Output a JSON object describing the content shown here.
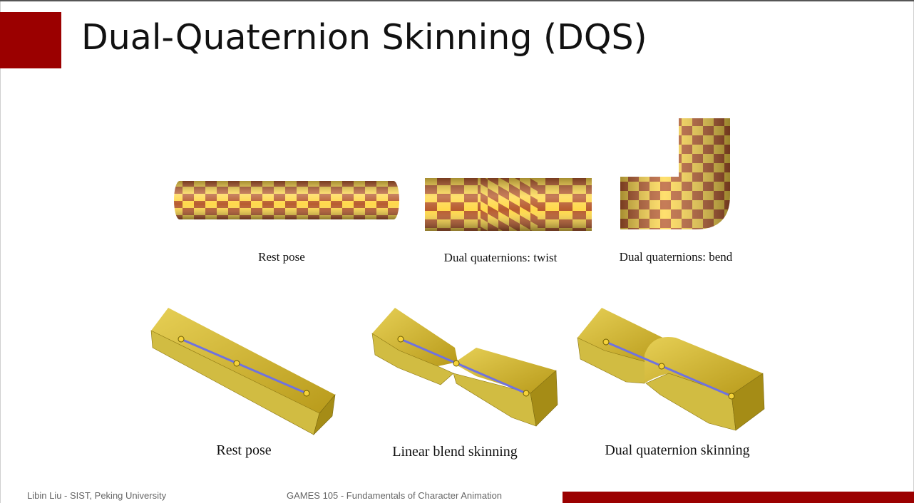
{
  "slide": {
    "title": "Dual-Quaternion Skinning (DQS)",
    "accent_color": "#9b0000",
    "checker_dark": "#b85c2e",
    "checker_light": "#ffd84a",
    "gold_color": "#c9b021",
    "bone_color": "#6f72e0"
  },
  "top_row": {
    "captions": [
      "Rest pose",
      "Dual quaternions: twist",
      "Dual quaternions: bend"
    ]
  },
  "bottom_row": {
    "captions": [
      "Rest pose",
      "Linear blend skinning",
      "Dual quaternion skinning"
    ]
  },
  "footer": {
    "author": "Libin Liu - SIST, Peking University",
    "course": "GAMES 105 - Fundamentals of Character Animation"
  }
}
